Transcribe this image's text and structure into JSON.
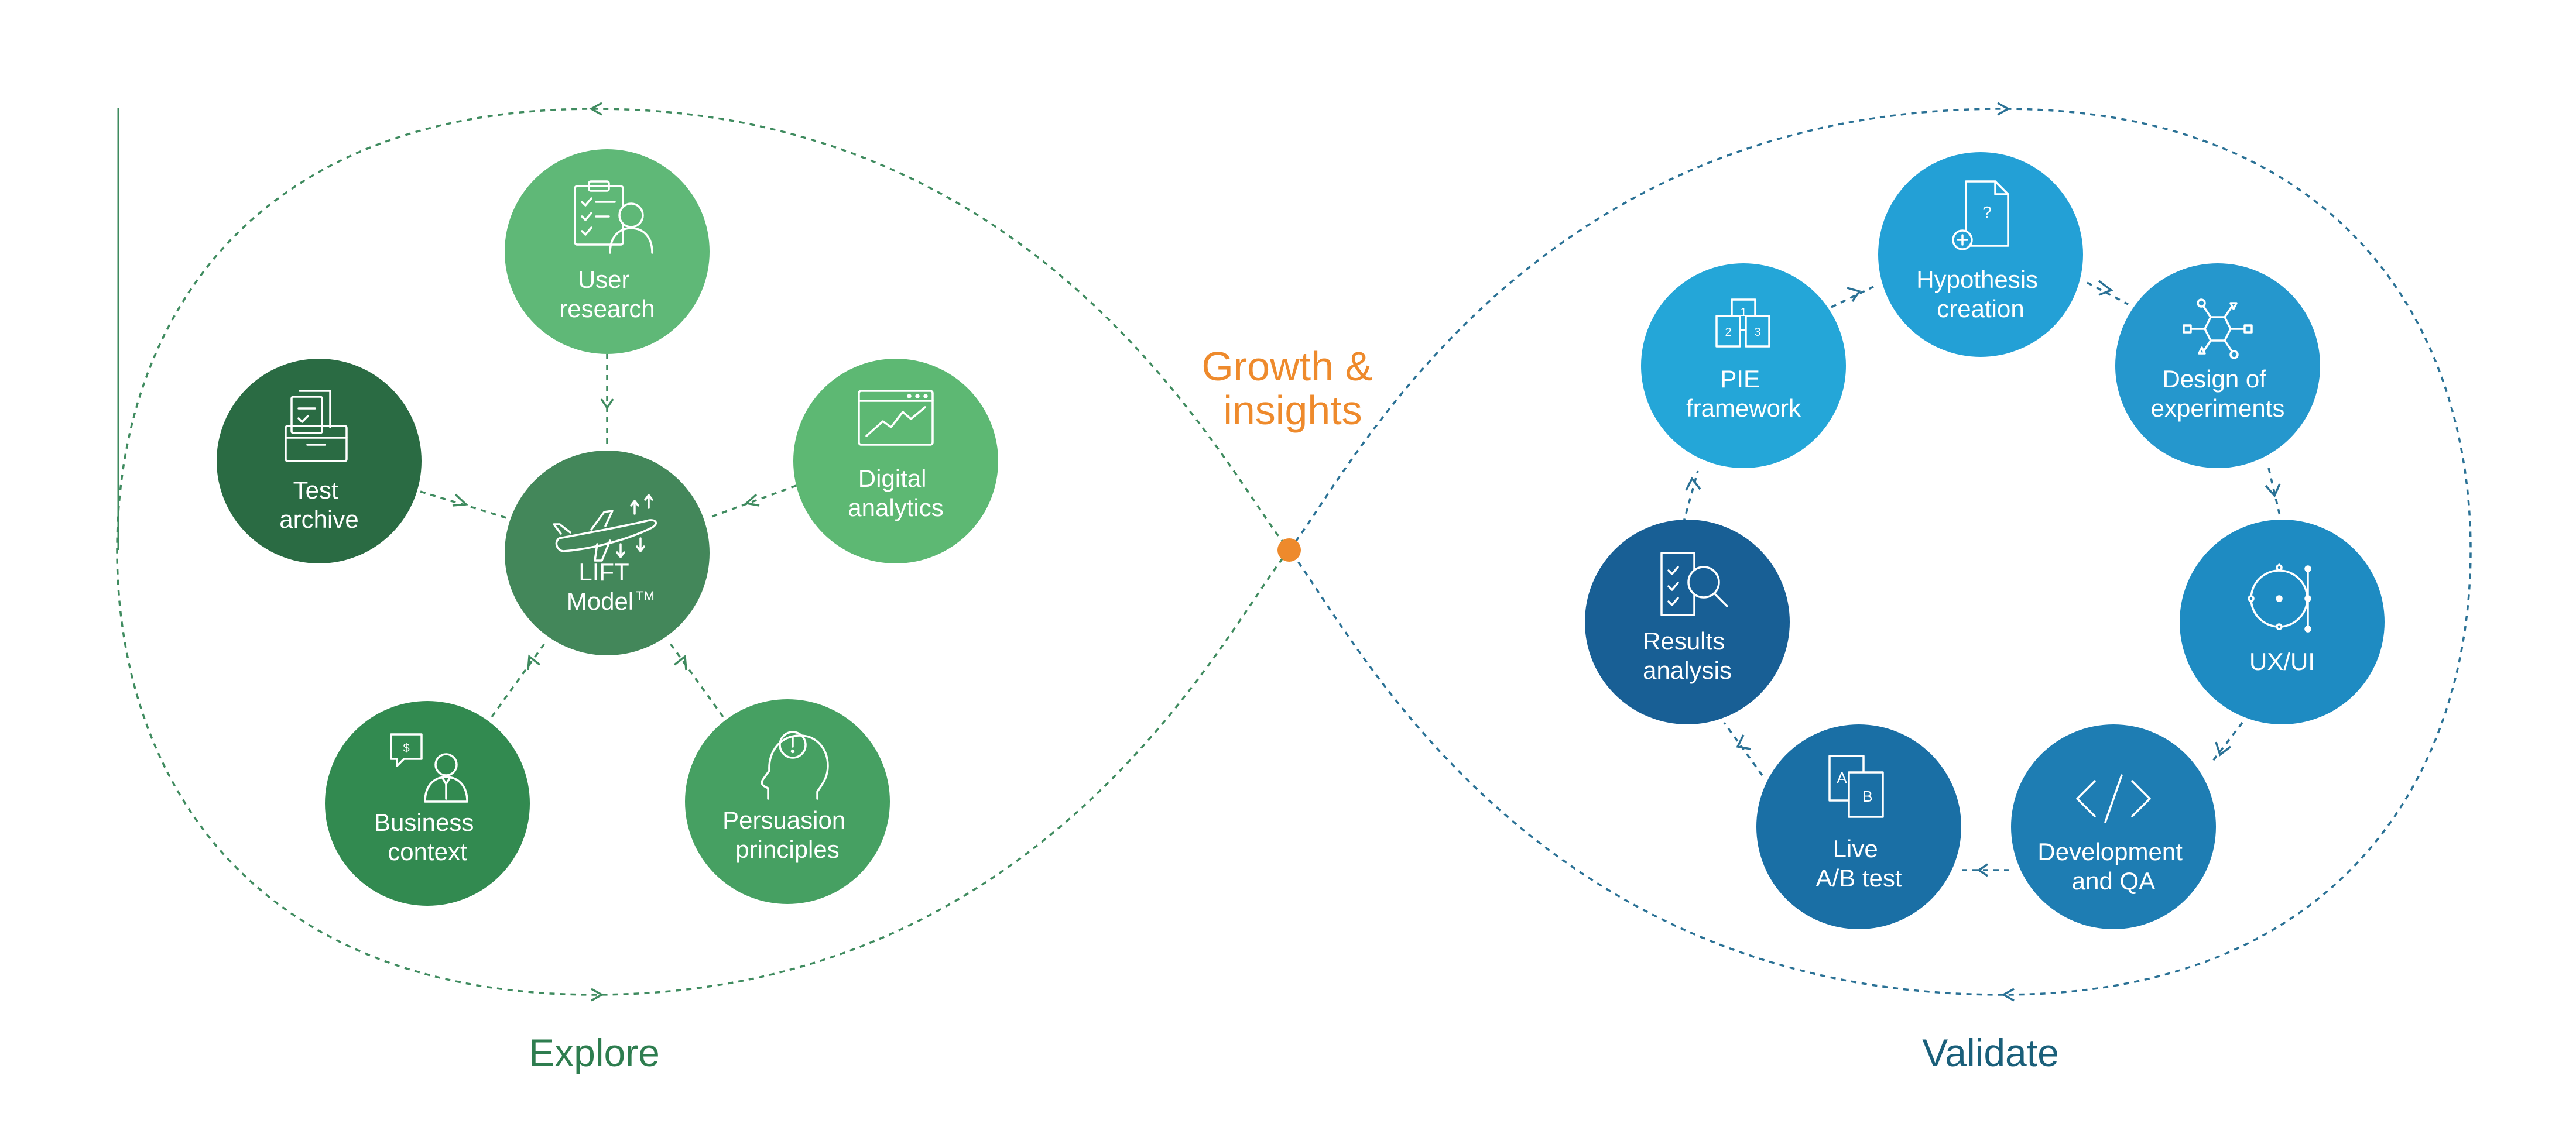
{
  "colors": {
    "explore_green": "#2e7d4f",
    "validate_blue": "#1a5f7a",
    "orange": "#ee8a2c",
    "left_lobe_fill": "#f4f9f3",
    "right_lobe_fill": "#f0f7fa",
    "green_line": "#3f8b5f",
    "blue_line": "#2a7195"
  },
  "center": {
    "line1": "Growth &",
    "line2": "insights"
  },
  "explore": {
    "label": "Explore",
    "hub": {
      "line1": "LIFT",
      "line2": "Model",
      "tm": "TM",
      "icon": "airplane-icon",
      "color": "#43875a"
    },
    "nodes": [
      {
        "id": "user-research",
        "line1": "User",
        "line2": "research",
        "icon": "checklist-person-icon",
        "color": "#5fb877"
      },
      {
        "id": "digital-analytics",
        "line1": "Digital",
        "line2": "analytics",
        "icon": "analytics-chart-icon",
        "color": "#5db873"
      },
      {
        "id": "persuasion-principles",
        "line1": "Persuasion",
        "line2": "principles",
        "icon": "head-exclamation-icon",
        "color": "#46a062"
      },
      {
        "id": "business-context",
        "line1": "Business",
        "line2": "context",
        "icon": "business-person-icon",
        "color": "#328a50"
      },
      {
        "id": "test-archive",
        "line1": "Test",
        "line2": "archive",
        "icon": "archive-box-icon",
        "color": "#2a6b43"
      }
    ]
  },
  "validate": {
    "label": "Validate",
    "nodes": [
      {
        "id": "hypothesis-creation",
        "line1": "Hypothesis",
        "line2": "creation",
        "icon": "document-question-icon",
        "color": "#23a0d6"
      },
      {
        "id": "design-of-experiments",
        "line1": "Design of",
        "line2": "experiments",
        "icon": "network-icon",
        "color": "#2597cd"
      },
      {
        "id": "ux-ui",
        "line1": "UX/UI",
        "line2": "",
        "icon": "vector-design-icon",
        "color": "#1e8bc2"
      },
      {
        "id": "development-and-qa",
        "line1": "Development",
        "line2": "and QA",
        "icon": "code-brackets-icon",
        "color": "#1e7db3"
      },
      {
        "id": "live-ab-test",
        "line1": "Live",
        "line2": "A/B test",
        "icon": "ab-pages-icon",
        "color": "#1a6fa5"
      },
      {
        "id": "results-analysis",
        "line1": "Results",
        "line2": "analysis",
        "icon": "magnifier-report-icon",
        "color": "#185f95"
      },
      {
        "id": "pie-framework",
        "line1": "PIE",
        "line2": "framework",
        "icon": "stacked-pages-icon",
        "color": "#24a6d8"
      }
    ],
    "page_labels": {
      "a": "A",
      "b": "B",
      "p1": "1",
      "p2": "2",
      "p3": "3",
      "q": "?",
      "dollar": "$"
    }
  }
}
